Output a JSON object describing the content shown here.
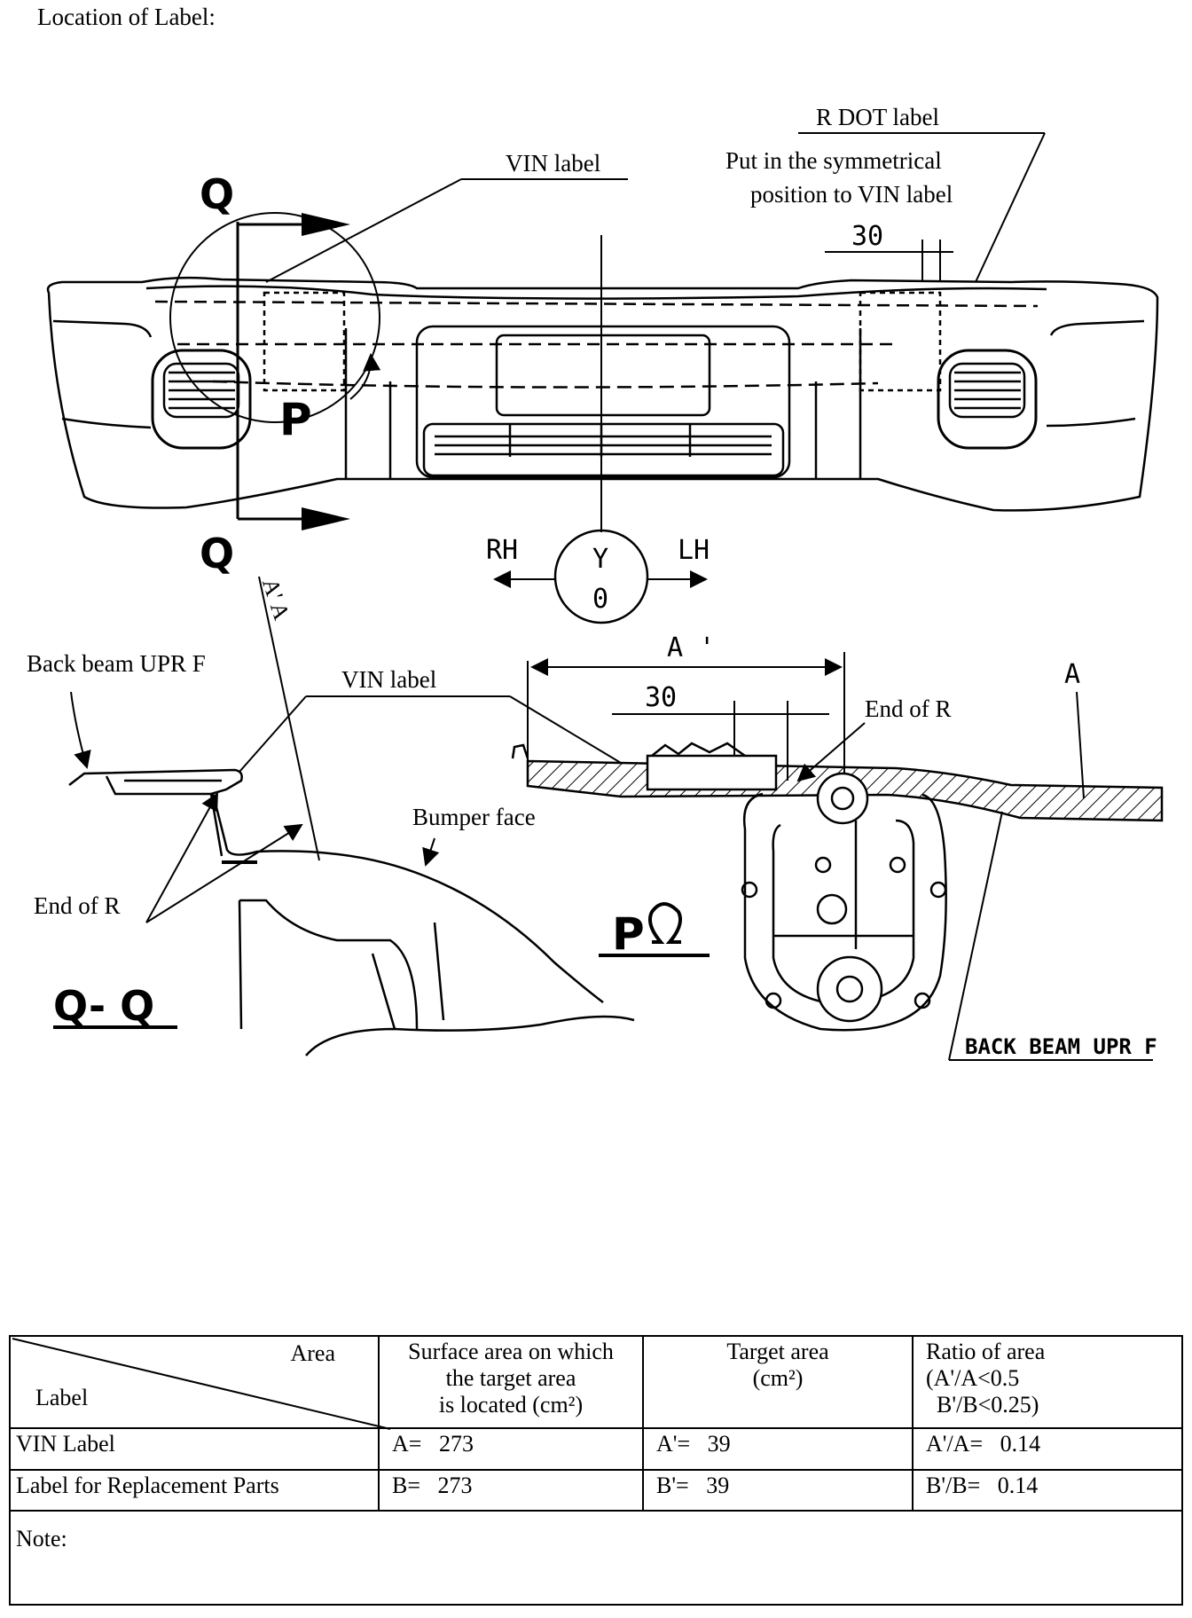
{
  "heading": "Location of Label:",
  "diagram": {
    "view_q_top": "Q",
    "view_q_bottom": "Q",
    "view_p": "P",
    "vin_label": "VIN label",
    "r_dot_label": "R DOT label",
    "r_dot_note_line1": "Put in the symmetrical",
    "r_dot_note_line2": "position to VIN label",
    "dim_30_top": "30",
    "rh": "RH",
    "lh": "LH",
    "y": "Y",
    "zero": "0",
    "section_aa": "A' A",
    "back_beam_upr_f": "Back beam UPR F",
    "vin_label_section": "VIN label",
    "bumper_face": "Bumper face",
    "end_of_r_left": "End of R",
    "qq_title": "Q- Q",
    "a_prime": "A '",
    "dim_30_detail": "30",
    "end_of_r_right": "End of R",
    "a_mark": "A",
    "p_view_title": "P",
    "back_beam_caps": "BACK BEAM UPR F"
  },
  "table": {
    "header": {
      "area": "Area",
      "label": "Label",
      "surface_line1": "Surface area on which",
      "surface_line2": "the target area",
      "surface_line3": "is located (cm²)",
      "target_line1": "Target area",
      "target_line2": "(cm²)",
      "ratio_line1": "Ratio of area",
      "ratio_line2": "(A'/A<0.5",
      "ratio_line3": "B'/B<0.25)"
    },
    "rows": [
      {
        "label": "VIN Label",
        "surface": "A=   273",
        "target": "A'=   39",
        "ratio": "A'/A=   0.14"
      },
      {
        "label": "Label for Replacement Parts",
        "surface": "B=   273",
        "target": "B'=   39",
        "ratio": "B'/B=   0.14"
      }
    ],
    "note": "Note:"
  }
}
